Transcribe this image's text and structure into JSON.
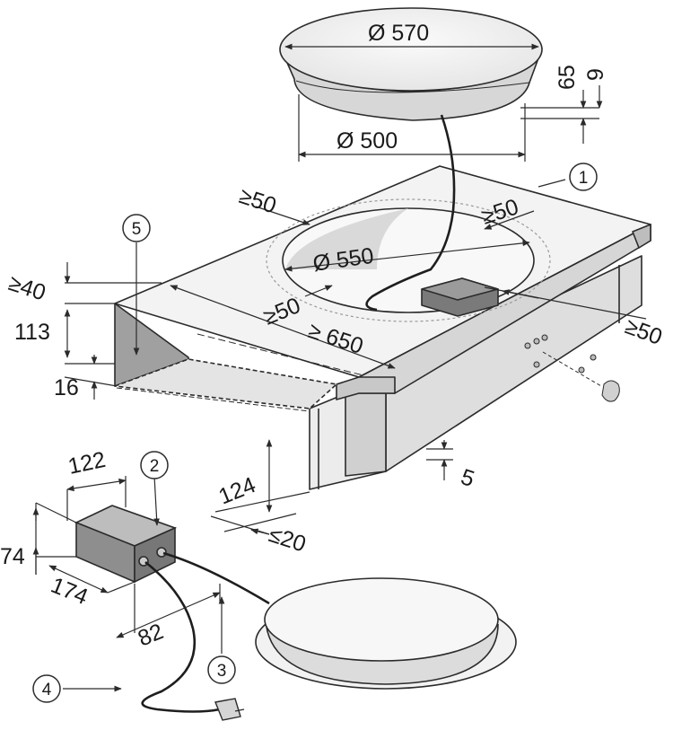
{
  "dimensions": {
    "hob_diameter": "Ø 570",
    "hob_height": "65",
    "hob_edge": "9",
    "hob_base_diameter": "Ø 500",
    "clearance_back": "≥50",
    "clearance_right_top": "≥50",
    "cutout_diameter": "Ø 550",
    "clearance_front": "≥50",
    "clearance_right": "≥50",
    "worktop_depth": "≥ 650",
    "clearance_wall": "≥40",
    "space_height": "113",
    "panel_thickness": "16",
    "side_gap": "5",
    "box_drop": "124",
    "side_offset": "≤20",
    "box_length": "122",
    "box_height": "74",
    "box_depth": "174",
    "cable_length": "82"
  },
  "callouts": [
    "1",
    "2",
    "3",
    "4",
    "5"
  ],
  "colors": {
    "line": "#2b2b2b",
    "surface_light": "#f1f1f1",
    "surface_mid": "#dcdcdc",
    "surface_dark": "#a9a9a9",
    "box_dark": "#8c8c8c"
  }
}
